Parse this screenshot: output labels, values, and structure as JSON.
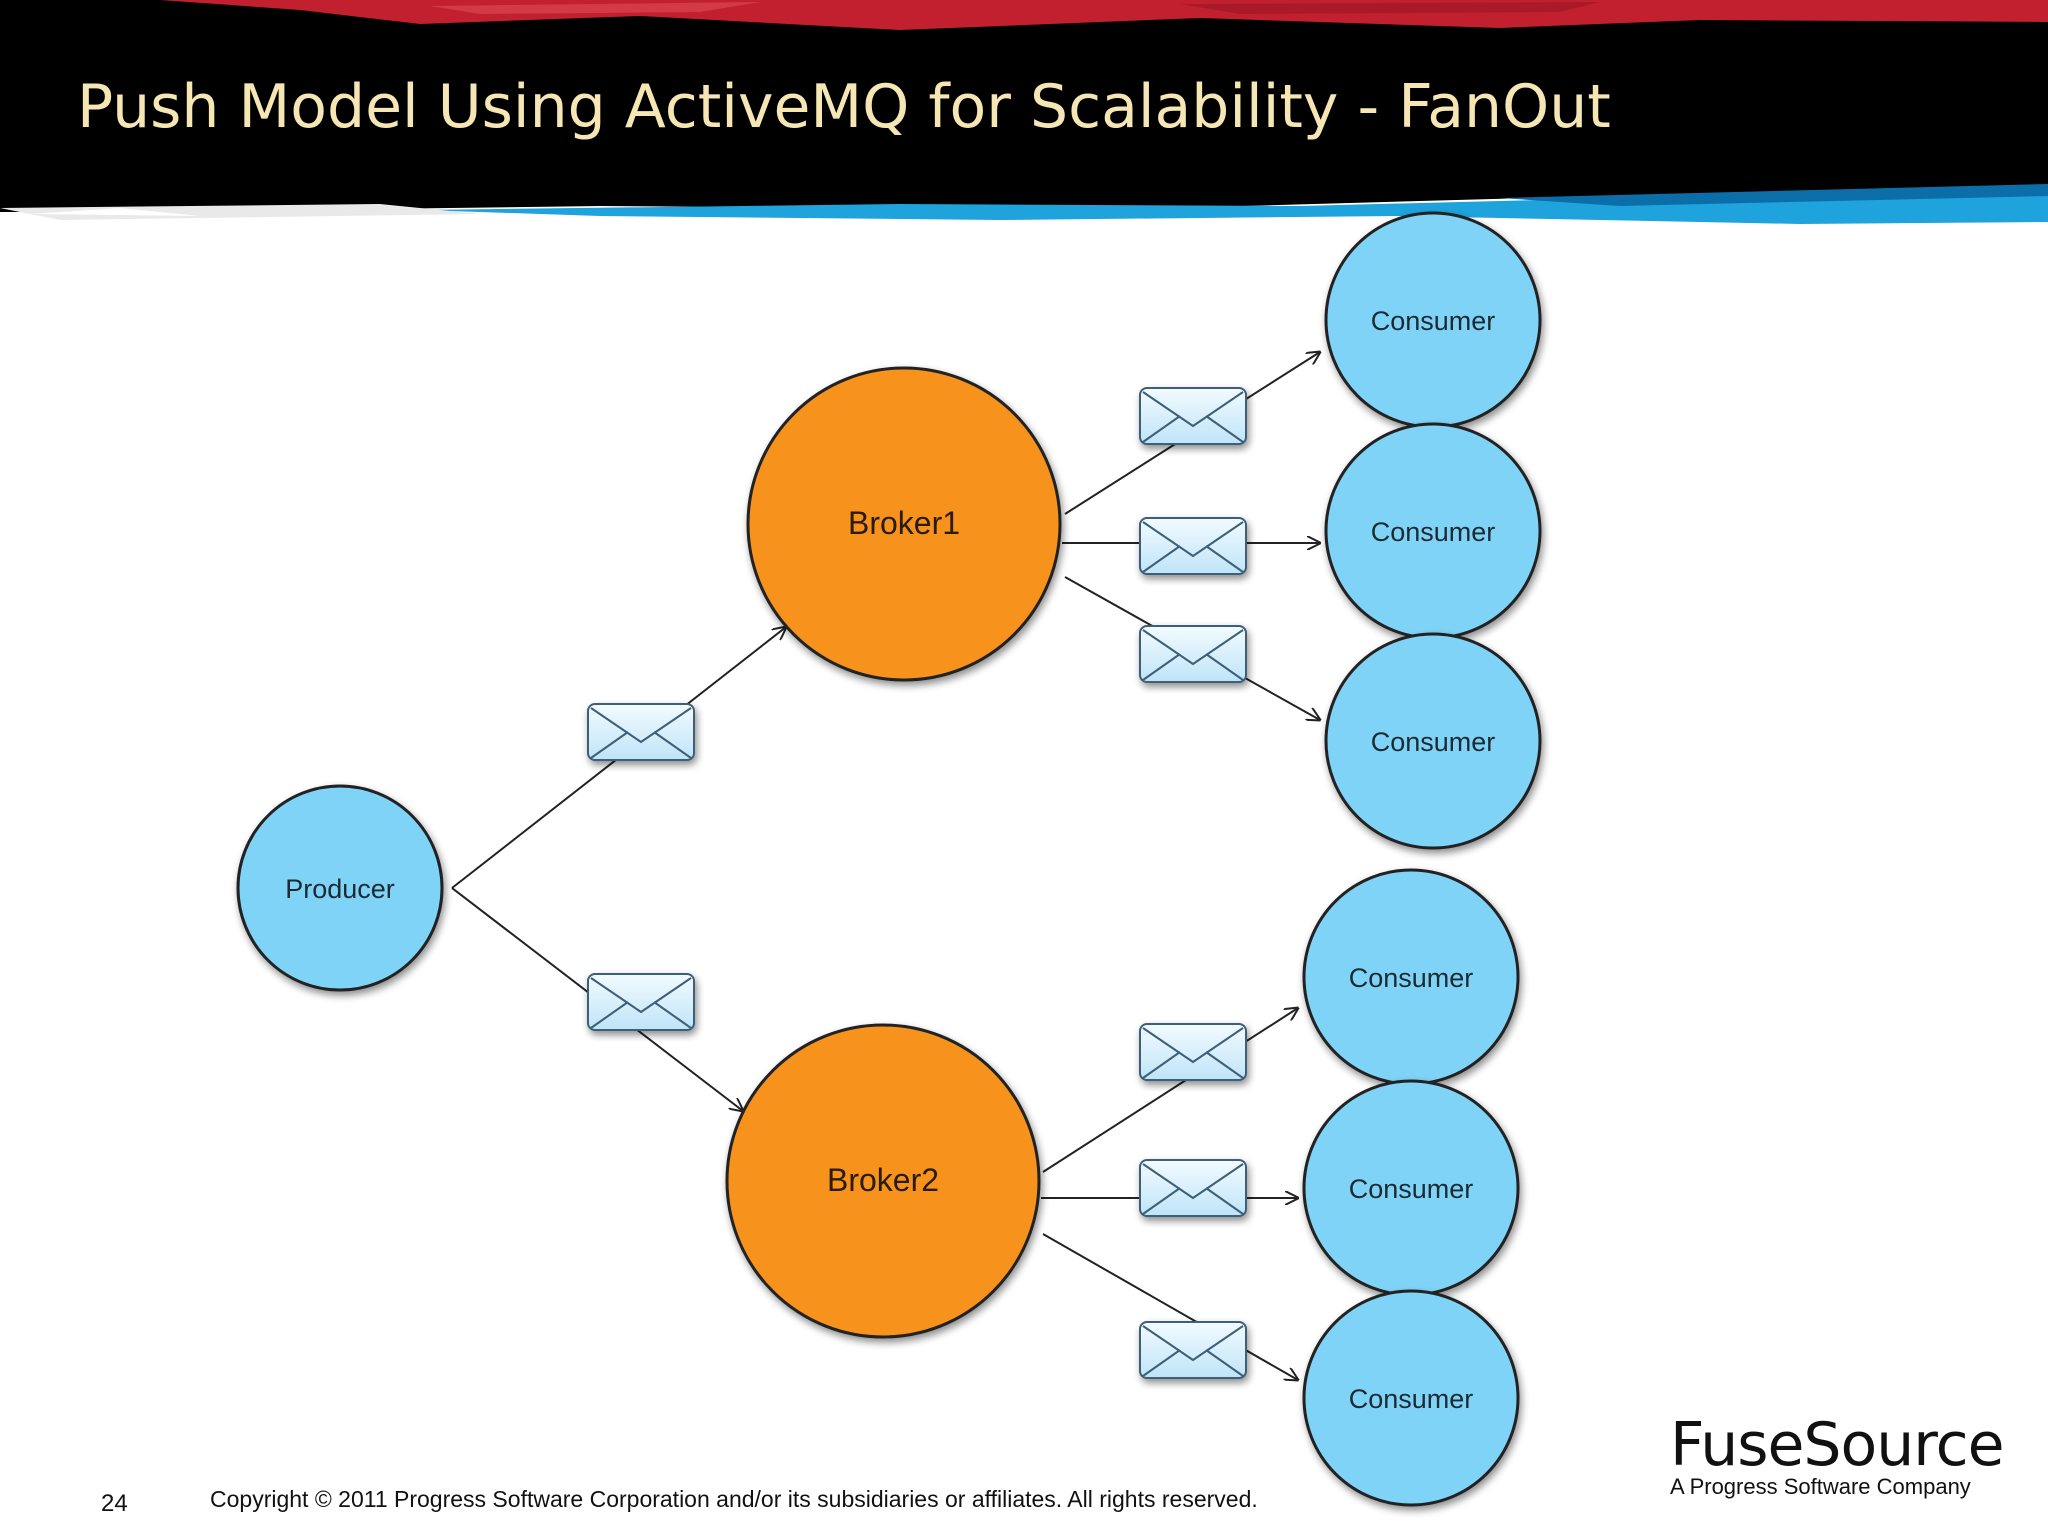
{
  "slide": {
    "title": "Push Model Using ActiveMQ for Scalability - FanOut",
    "page_number": "24",
    "copyright": "Copyright © 2011 Progress Software Corporation and/or its subsidiaries or affiliates. All rights reserved."
  },
  "brand": {
    "name": "FuseSource",
    "tagline": "A Progress Software Company"
  },
  "diagram": {
    "producer": {
      "label": "Producer"
    },
    "brokers": [
      {
        "label": "Broker1"
      },
      {
        "label": "Broker2"
      }
    ],
    "consumers": [
      {
        "label": "Consumer",
        "broker": "Broker1"
      },
      {
        "label": "Consumer",
        "broker": "Broker1"
      },
      {
        "label": "Consumer",
        "broker": "Broker1"
      },
      {
        "label": "Consumer",
        "broker": "Broker2"
      },
      {
        "label": "Consumer",
        "broker": "Broker2"
      },
      {
        "label": "Consumer",
        "broker": "Broker2"
      }
    ],
    "edges": [
      {
        "from": "Producer",
        "to": "Broker1",
        "icon": "envelope-icon"
      },
      {
        "from": "Producer",
        "to": "Broker2",
        "icon": "envelope-icon"
      },
      {
        "from": "Broker1",
        "to": "Consumer 1",
        "icon": "envelope-icon"
      },
      {
        "from": "Broker1",
        "to": "Consumer 2",
        "icon": "envelope-icon"
      },
      {
        "from": "Broker1",
        "to": "Consumer 3",
        "icon": "envelope-icon"
      },
      {
        "from": "Broker2",
        "to": "Consumer 4",
        "icon": "envelope-icon"
      },
      {
        "from": "Broker2",
        "to": "Consumer 5",
        "icon": "envelope-icon"
      },
      {
        "from": "Broker2",
        "to": "Consumer 6",
        "icon": "envelope-icon"
      }
    ]
  },
  "colors": {
    "header_background": "#000000",
    "title_text": "#f6e6b4",
    "accent_red": "#c3202f",
    "accent_blue": "#1fa3dc",
    "node_blue": "#7fd3f7",
    "node_orange": "#f7921e",
    "envelope": "#dff1fb"
  }
}
